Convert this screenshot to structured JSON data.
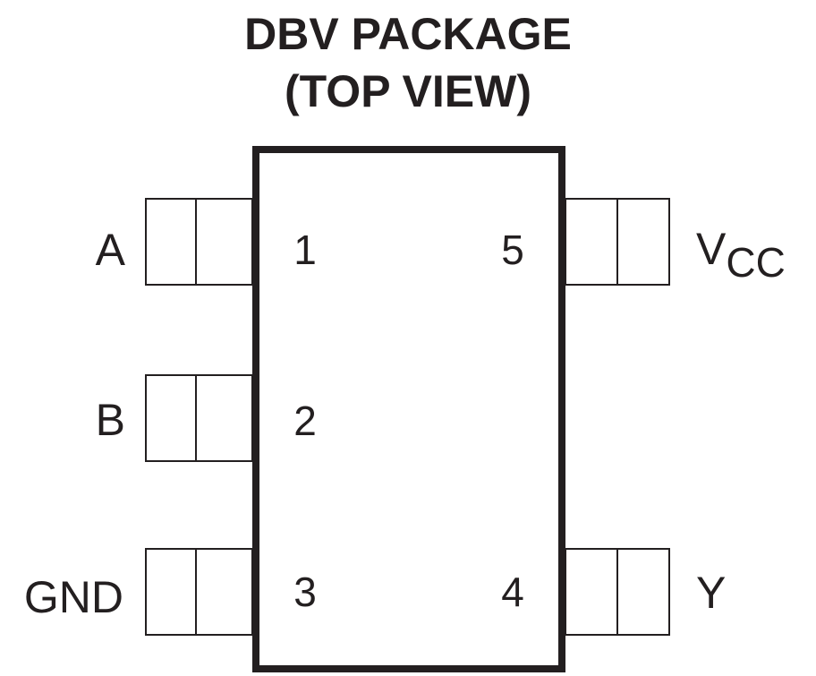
{
  "title": {
    "line1": "DBV PACKAGE",
    "line2": "(TOP VIEW)"
  },
  "pins": [
    {
      "number": "1",
      "name": "A",
      "name_sub": ""
    },
    {
      "number": "2",
      "name": "B",
      "name_sub": ""
    },
    {
      "number": "3",
      "name": "GND",
      "name_sub": ""
    },
    {
      "number": "4",
      "name": "Y",
      "name_sub": ""
    },
    {
      "number": "5",
      "name": "V",
      "name_sub": "CC"
    }
  ],
  "colors": {
    "stroke": "#231f20",
    "background": "#ffffff"
  }
}
